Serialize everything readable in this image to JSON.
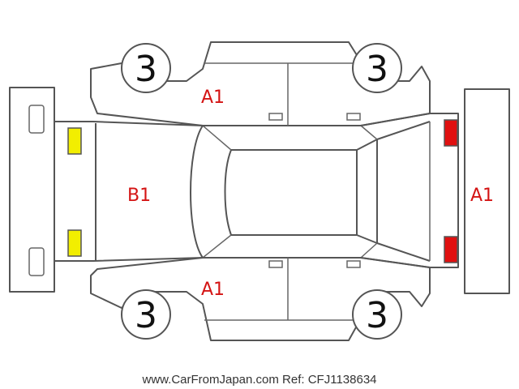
{
  "damage_codes": {
    "roof": "B1",
    "rear": "A1",
    "side_top": "A1",
    "side_bottom": "A1"
  },
  "tyre_marks": {
    "front_left": "3",
    "rear_left": "3",
    "front_right": "3",
    "rear_right": "3"
  },
  "colors": {
    "code_text": "#d41414",
    "front_lamp": "#f2ee00",
    "rear_lamp": "#e01010"
  },
  "footer": "www.CarFromJapan.com Ref: CFJ1138634"
}
